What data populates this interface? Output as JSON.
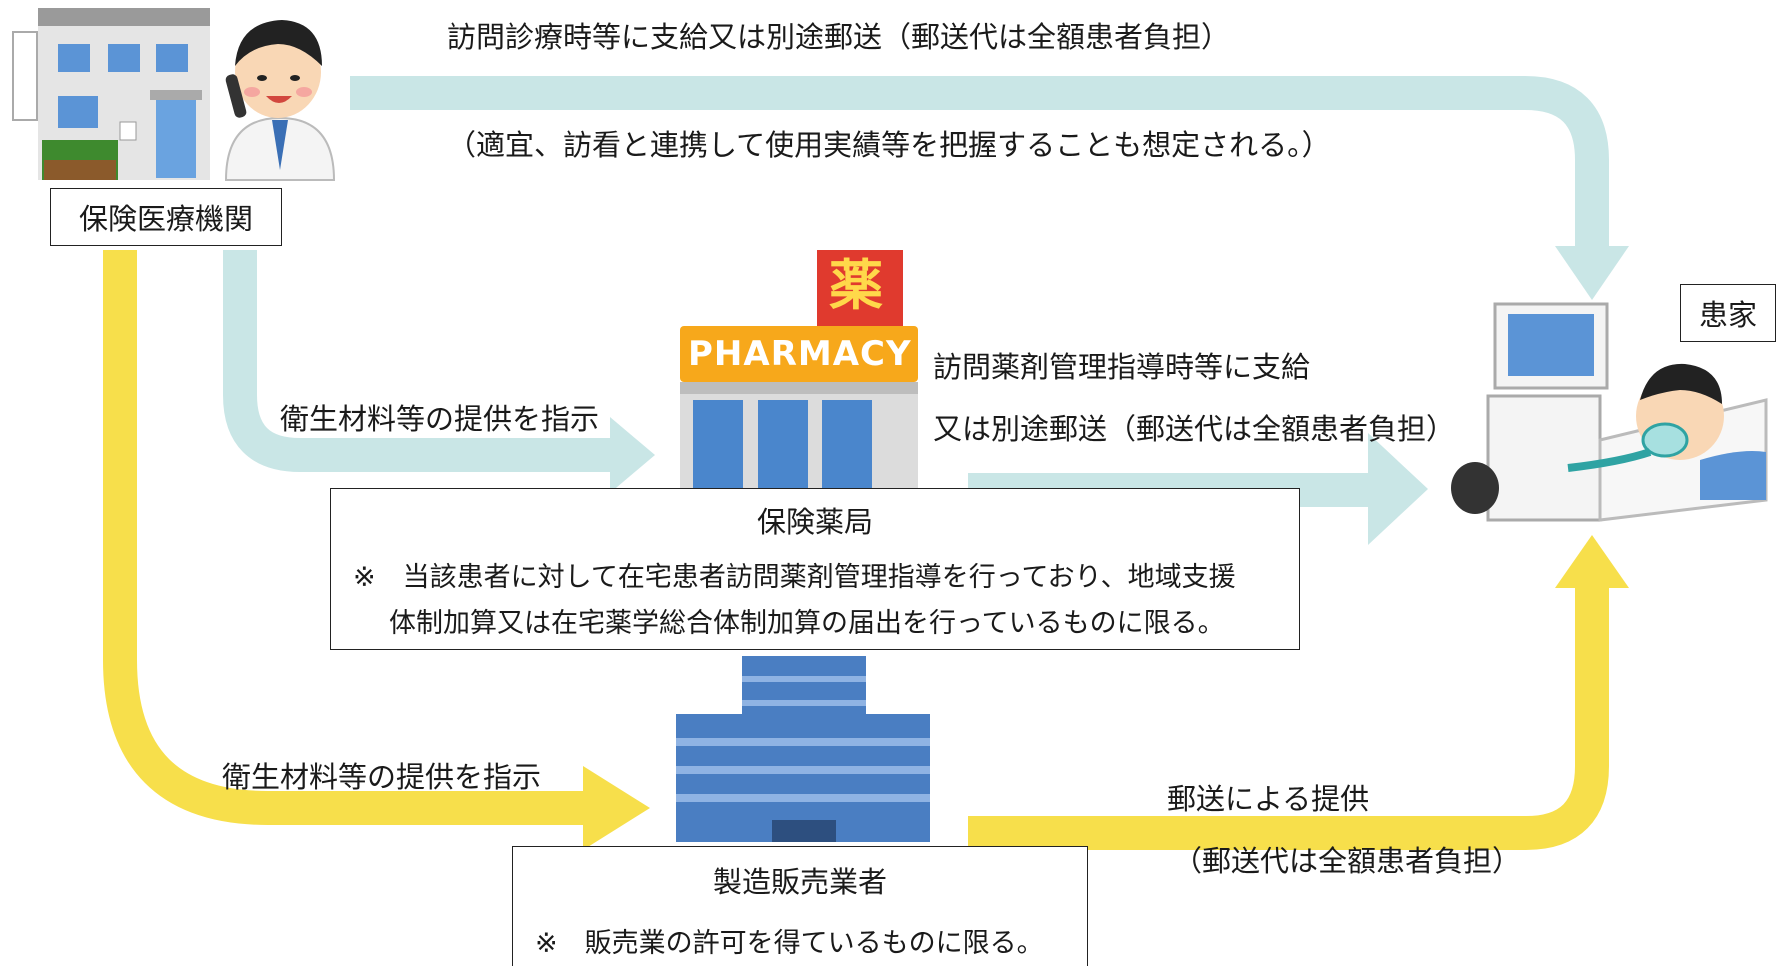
{
  "nodes": {
    "hospital": {
      "label": "保険医療機関"
    },
    "pharmacy": {
      "label": "保険薬局",
      "sign_text": "PHARMACY",
      "sign_kanji": "薬",
      "note_line1": "※　当該患者に対して在宅患者訪問薬剤管理指導を行っており、地域支援",
      "note_line2": "体制加算又は在宅薬学総合体制加算の届出を行っているものに限る。"
    },
    "manufacturer": {
      "label": "製造販売業者",
      "note": "※　販売業の許可を得ているものに限る。"
    },
    "patient_home": {
      "label": "患家"
    }
  },
  "edges": {
    "hospital_to_patient": {
      "line1": "訪問診療時等に支給又は別途郵送（郵送代は全額患者負担）",
      "line2": "（適宜、訪看と連携して使用実績等を把握することも想定される。）"
    },
    "hospital_to_pharmacy": {
      "label": "衛生材料等の提供を指示"
    },
    "pharmacy_to_patient": {
      "line1": "訪問薬剤管理指導時等に支給",
      "line2": "又は別途郵送（郵送代は全額患者負担）"
    },
    "hospital_to_manufacturer": {
      "label": "衛生材料等の提供を指示"
    },
    "manufacturer_to_patient": {
      "line1": "郵送による提供",
      "line2": "（郵送代は全額患者負担）"
    }
  },
  "colors": {
    "teal_arrow": "#c9e6e6",
    "yellow_arrow": "#f7df4b"
  },
  "icons": [
    "hospital-building-icon",
    "doctor-on-phone-icon",
    "pharmacy-store-icon",
    "office-building-icon",
    "patient-with-ventilator-icon"
  ]
}
